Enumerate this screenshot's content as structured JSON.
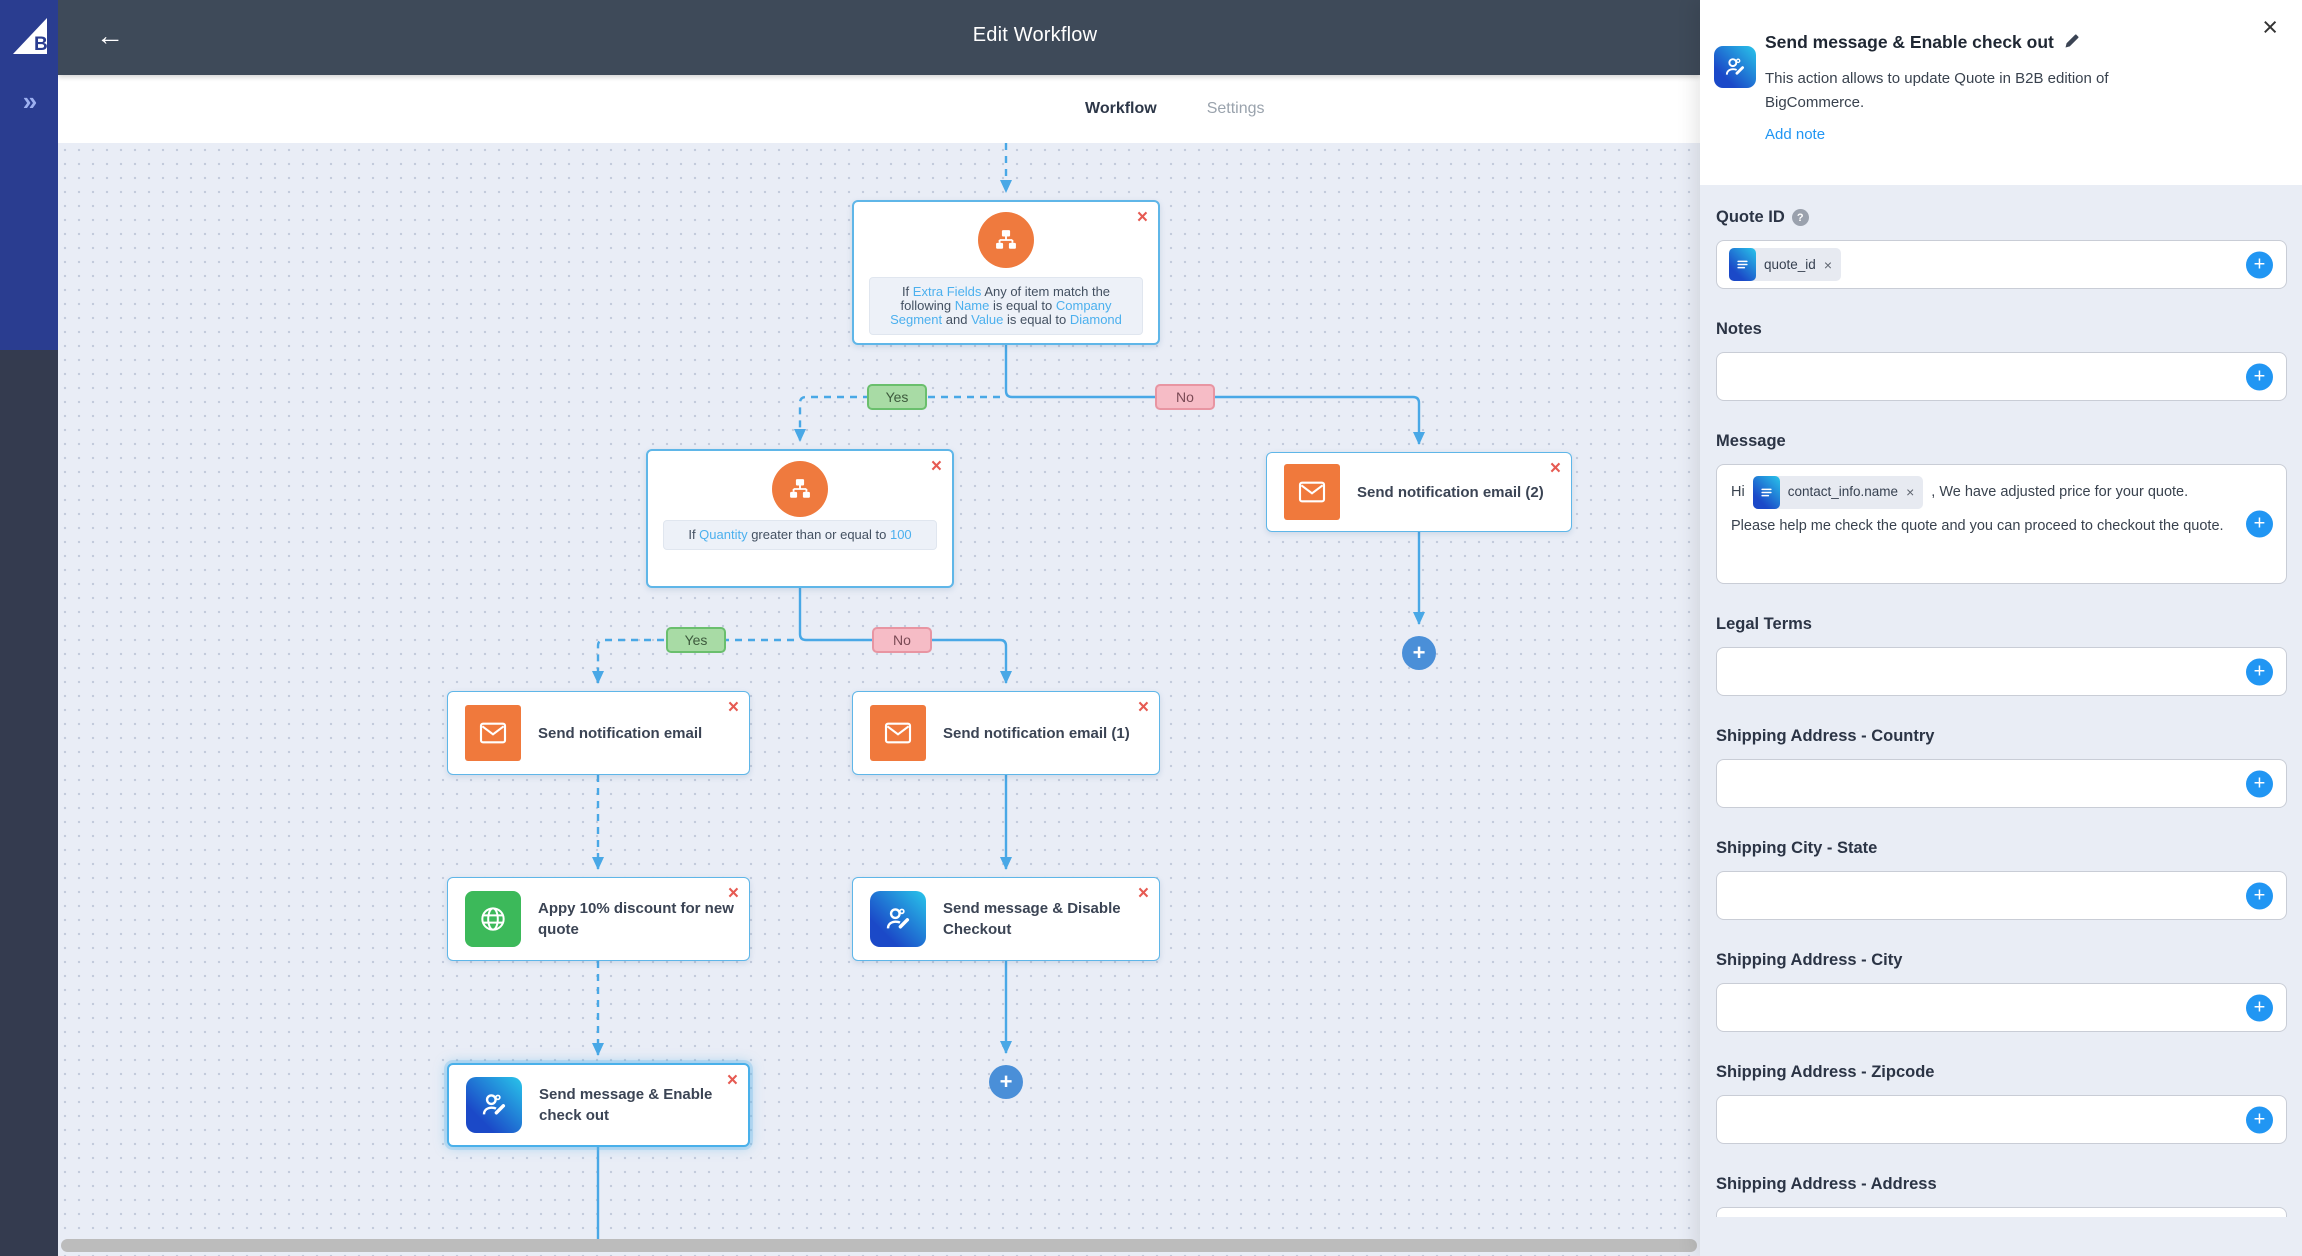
{
  "icons": {
    "close": "×",
    "plus": "+",
    "chevrons": "»",
    "back": "←",
    "help": "?"
  },
  "topbar": {
    "title": "Edit Workflow"
  },
  "tabs": {
    "workflow": "Workflow",
    "settings": "Settings"
  },
  "canvas": {
    "condition1": {
      "parts": [
        {
          "text": "If "
        },
        {
          "text": "Extra Fields"
        },
        {
          "text": " Any of item match the following "
        },
        {
          "text": "Name"
        },
        {
          "text": " is equal to "
        },
        {
          "text": "Company Segment"
        },
        {
          "text": " and "
        },
        {
          "text": "Value"
        },
        {
          "text": " is equal to "
        },
        {
          "text": "Diamond"
        }
      ]
    },
    "condition2": {
      "parts": [
        {
          "text": "If "
        },
        {
          "text": "Quantity"
        },
        {
          "text": " greater than or equal to "
        },
        {
          "text": "100"
        }
      ]
    },
    "badges": {
      "yes1": "Yes",
      "no1": "No",
      "yes2": "Yes",
      "no2": "No"
    },
    "nodes": {
      "email2": "Send notification email (2)",
      "email": "Send notification email",
      "email1": "Send notification email (1)",
      "discount": "Appy 10% discount for new quote",
      "disable": "Send message & Disable Checkout",
      "enable": "Send message & Enable check out"
    }
  },
  "panel": {
    "title": "Send message & Enable check out",
    "description": "This action allows to update Quote in B2B edition of BigCommerce.",
    "add_note": "Add note",
    "fields": {
      "quote_id": {
        "label": "Quote ID",
        "chip": "quote_id"
      },
      "notes": {
        "label": "Notes"
      },
      "message": {
        "label": "Message",
        "prefix": "Hi ",
        "chip": "contact_info.name",
        "suffix": " , We have adjusted price for your quote. Please help me check the quote and you can proceed to checkout the quote."
      },
      "legal": {
        "label": "Legal Terms"
      },
      "country": {
        "label": "Shipping Address - Country"
      },
      "state": {
        "label": "Shipping City - State"
      },
      "city": {
        "label": "Shipping Address - City"
      },
      "zipcode": {
        "label": "Shipping Address - Zipcode"
      },
      "address": {
        "label": "Shipping Address - Address"
      }
    }
  },
  "colors": {
    "topbar": "#3e4a59",
    "sidebar_blue": "#2a3d90",
    "sidebar_dark": "#343b4f",
    "canvas_bg": "#e9edf6",
    "line_blue": "#49a8e6",
    "node_border": "#5fb6e8",
    "orange": "#f0793c",
    "green": "#3cb95a",
    "gradient_start": "#1b49c8",
    "gradient_end": "#29c5ea",
    "accent_blue": "#2196f3",
    "token_blue": "#4cb0ee",
    "close_red": "#e65a52",
    "yes_bg": "#a8dba5",
    "yes_border": "#6abf6d",
    "no_bg": "#f6bcc6",
    "no_border": "#e895a2"
  }
}
